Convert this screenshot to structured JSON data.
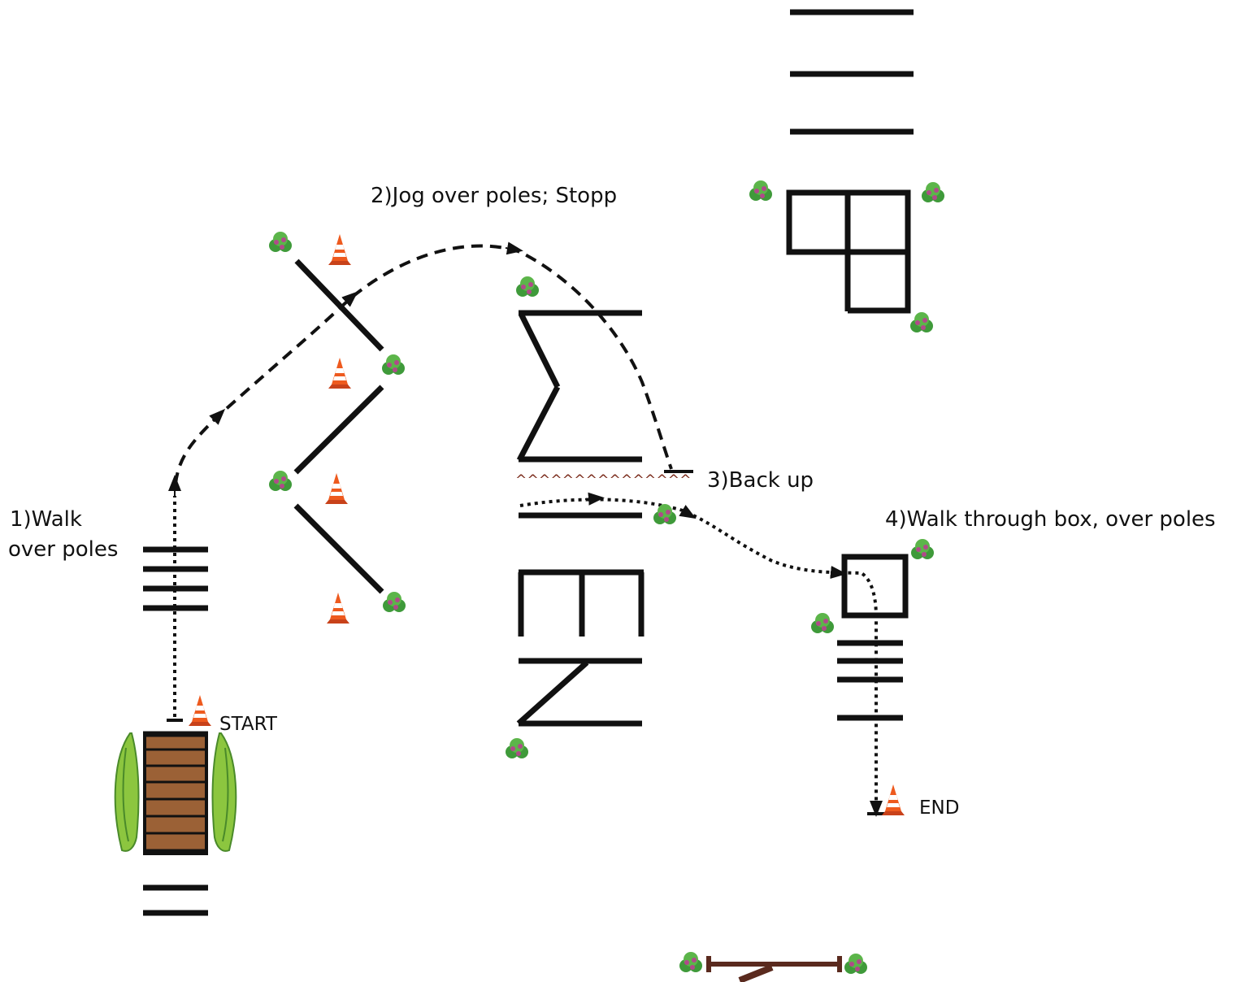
{
  "labels": {
    "step1_line1": "1)Walk",
    "step1_line2": "over poles",
    "step2": "2)Jog over poles; Stopp",
    "step3": "3)Back up",
    "step4": "4)Walk through box, over poles",
    "start": "START",
    "end": "END",
    "marker": "^^^^^^^^^^^^^^^"
  },
  "colors": {
    "pole": "#111111",
    "cone_orange": "#ee5a1e",
    "bush_green": "#5cb54a",
    "bridge_wood": "#9b6136",
    "hedge_green": "#8cc63f",
    "marker_brown": "#7a2a1a",
    "teeter": "#5a2a1e"
  },
  "icons": [
    "traffic-cone-icon",
    "bush-icon",
    "hedge-icon",
    "bridge-icon",
    "teeter-board-icon",
    "stop-marker-icon"
  ]
}
